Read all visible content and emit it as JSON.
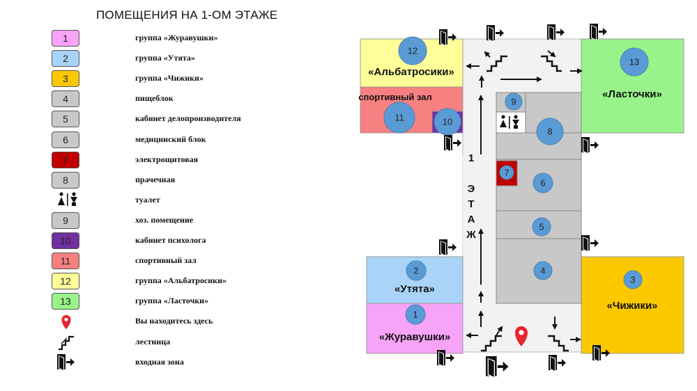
{
  "title": "ПОМЕЩЕНИЯ НА 1-ОМ ЭТАЖЕ",
  "colors": {
    "room1": "#f7a3f7",
    "room2": "#a9d4f7",
    "room3": "#fcc800",
    "room4": "#c8c8c8",
    "room7": "#c00000",
    "room10": "#7030a0",
    "room11": "#f78080",
    "room12": "#ffff99",
    "room13": "#99f28a",
    "circle": "#5b9bd5",
    "pin": "#e8242f"
  },
  "legend": [
    {
      "key": "1",
      "label": "группа «Журавушки»",
      "color": "#f7a3f7"
    },
    {
      "key": "2",
      "label": "группа «Утята»",
      "color": "#a9d4f7"
    },
    {
      "key": "3",
      "label": "группа «Чижики»",
      "color": "#fcc800"
    },
    {
      "key": "4",
      "label": "пищеблок",
      "color": "#c8c8c8"
    },
    {
      "key": "5",
      "label": "кабинет делопроизводителя",
      "color": "#c8c8c8"
    },
    {
      "key": "6",
      "label": "медицинский блок",
      "color": "#c8c8c8"
    },
    {
      "key": "7",
      "label": "электрощитовая",
      "color": "#c00000"
    },
    {
      "key": "8",
      "label": "прачечная",
      "color": "#c8c8c8"
    },
    {
      "key": "",
      "label": "туалет",
      "icon": "toilet-icon"
    },
    {
      "key": "9",
      "label": "хоз. помещение",
      "color": "#c8c8c8"
    },
    {
      "key": "10",
      "label": "кабинет психолога",
      "color": "#7030a0"
    },
    {
      "key": "11",
      "label": "спортивный зал",
      "color": "#f78080"
    },
    {
      "key": "12",
      "label": "группа «Альбатросики»",
      "color": "#ffff99"
    },
    {
      "key": "13",
      "label": "группа «Ласточки»",
      "color": "#99f28a"
    },
    {
      "key": "",
      "label": "Вы находитесь здесь",
      "icon": "location-pin-icon"
    },
    {
      "key": "",
      "label": "лестница",
      "icon": "stairs-icon"
    },
    {
      "key": "",
      "label": "входная зона",
      "icon": "exit-door-icon"
    }
  ],
  "rooms": {
    "albatrosiki": "«Альбатросики»",
    "sport_hall": "спортивный зал",
    "utyata": "«Утята»",
    "zhuravushki": "«Журавушки»",
    "lastochki": "«Ласточки»",
    "chizhiki": "«Чижики»"
  },
  "numbers": {
    "n1": "1",
    "n2": "2",
    "n3": "3",
    "n4": "4",
    "n5": "5",
    "n6": "6",
    "n7": "7",
    "n8": "8",
    "n9": "9",
    "n10": "10",
    "n11": "11",
    "n12": "12",
    "n13": "13"
  },
  "corridor": {
    "floor_number": "1",
    "l1": "Э",
    "l2": "Т",
    "l3": "А",
    "l4": "Ж"
  }
}
